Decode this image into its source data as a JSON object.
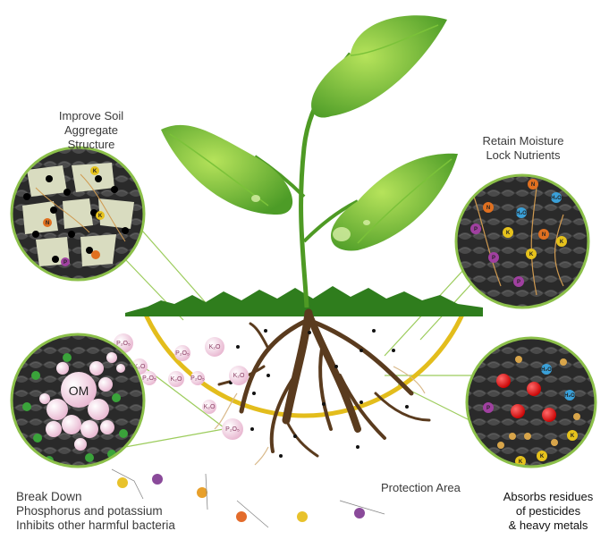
{
  "labels": {
    "improve_soil": [
      "Improve Soil",
      "Aggregate Structure"
    ],
    "retain_moisture": [
      "Retain Moisture",
      "Lock Nutrients"
    ],
    "break_down": [
      "Break Down",
      "Phosphorus and potassium",
      "Inhibits other harmful bacteria"
    ],
    "protection_area": "Protection Area",
    "absorbs": [
      "Absorbs residues",
      "of pesticides",
      "& heavy metals"
    ]
  },
  "circle_tokens": {
    "om": "OM",
    "k": "K",
    "n": "N",
    "p": "P",
    "h2o": "H₂O",
    "p2o5": "P₂O₅",
    "k2o": "K₂O"
  },
  "colors": {
    "leaf": "#5fae2e",
    "leaf_light": "#8fd04a",
    "root": "#5a3b1e",
    "arc": "#e3bd1c",
    "circle_border": "#8cc04a",
    "circle_bg": "#222222",
    "om_sphere": "#f0c4dc",
    "bacteria": "#3aa33a"
  }
}
